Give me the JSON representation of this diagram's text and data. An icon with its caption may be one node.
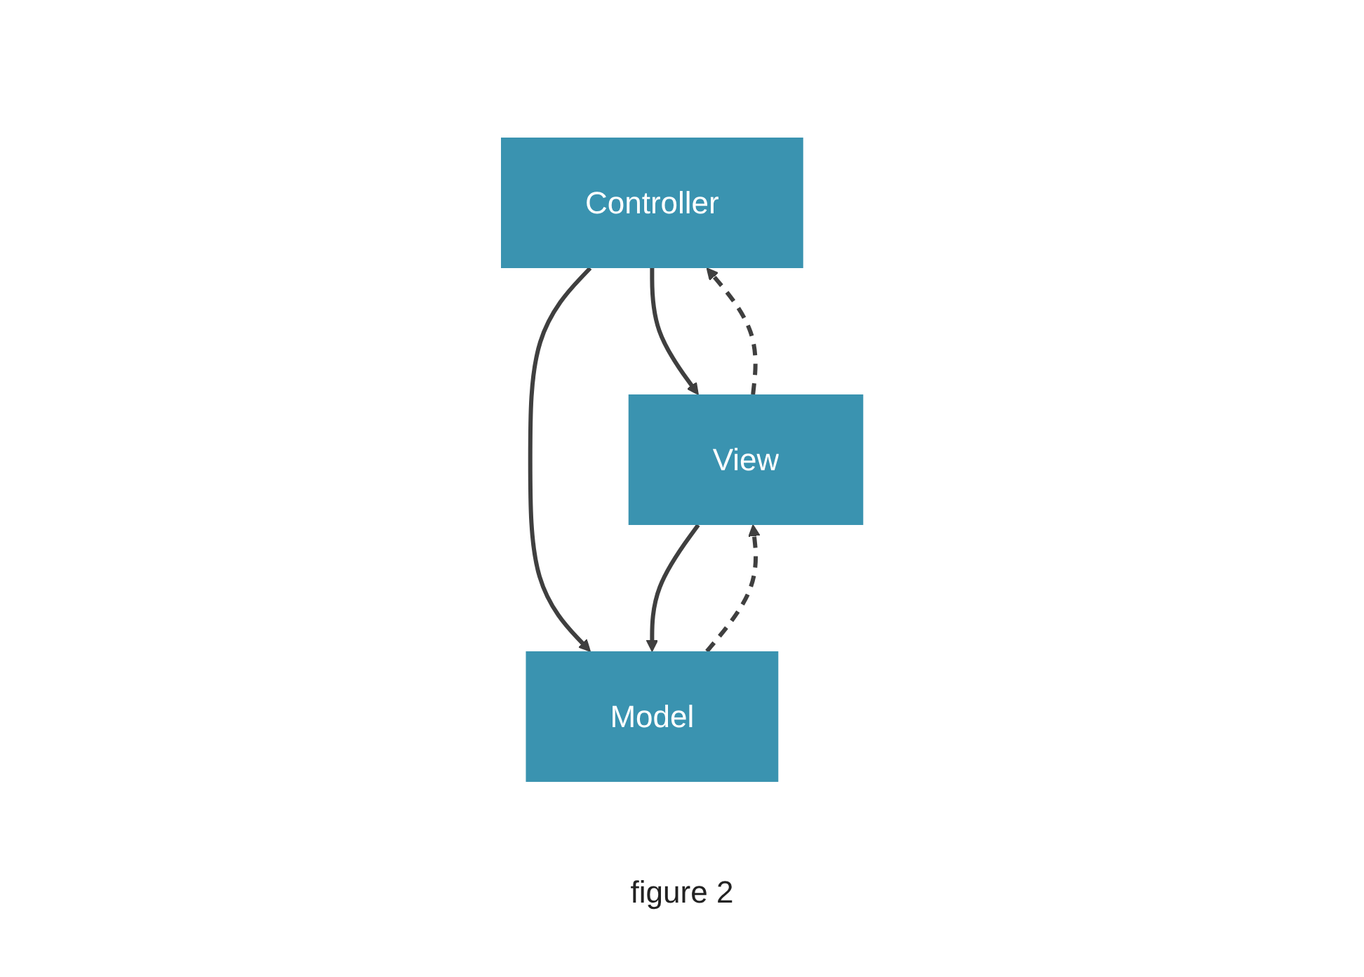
{
  "diagram": {
    "caption": "figure 2",
    "nodes": [
      {
        "text": [
          "Controller"
        ]
      },
      {
        "text": [
          "View"
        ]
      },
      {
        "text": [
          "Model"
        ]
      }
    ],
    "edges": [
      {
        "from": 0,
        "to": 1,
        "arrow": "to"
      },
      {
        "from": 0,
        "to": 2,
        "arrow": "to"
      },
      {
        "from": 1,
        "to": 0,
        "arrow": "to",
        "style": "dashed"
      },
      {
        "from": 1,
        "to": 2,
        "arrow": "to"
      },
      {
        "from": 2,
        "to": 1,
        "arrow": "to",
        "style": "dashed"
      }
    ]
  }
}
